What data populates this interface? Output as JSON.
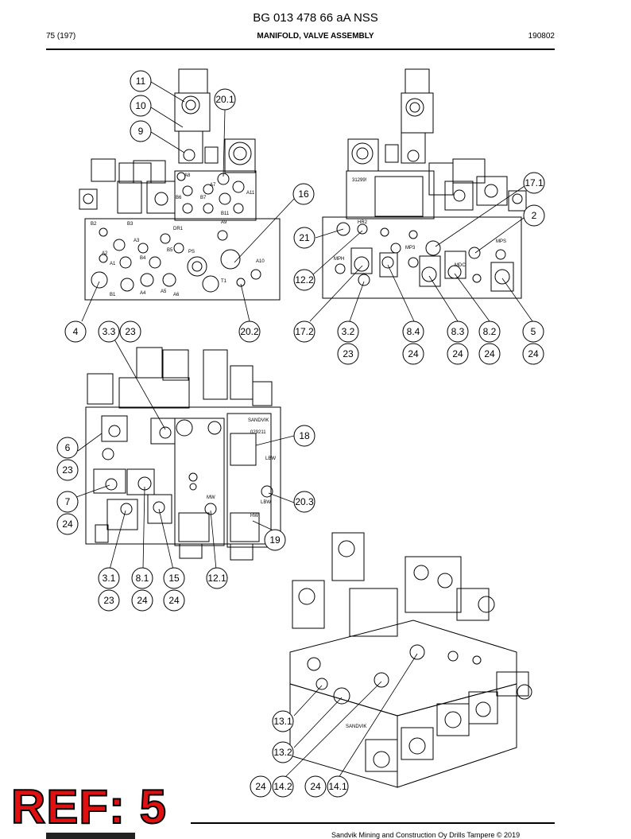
{
  "header": {
    "doc_title": "BG 013 478 66 aA NSS",
    "page": "75 (197)",
    "section": "MANIFOLD, VALVE ASSEMBLY",
    "date": "190802"
  },
  "footer": {
    "company": "Sandvik Mining and Construction Oy Drills Tampere © 2019"
  },
  "ref_stamp": "REF: 5",
  "callouts": {
    "c11": "11",
    "c10": "10",
    "c9": "9",
    "c20_1": "20.1",
    "c16": "16",
    "c4": "4",
    "c3_3": "3.3",
    "c23a": "23",
    "c20_2": "20.2",
    "c17_1": "17.1",
    "c2": "2",
    "c21": "21",
    "c12_2": "12.2",
    "c17_2": "17.2",
    "c3_2": "3.2",
    "c23b": "23",
    "c8_4": "8.4",
    "c24a": "24",
    "c8_3": "8.3",
    "c24b": "24",
    "c8_2": "8.2",
    "c24c": "24",
    "c5": "5",
    "c24d": "24",
    "c6": "6",
    "c23c": "23",
    "c7": "7",
    "c24e": "24",
    "c18": "18",
    "c20_3": "20.3",
    "c19": "19",
    "c3_1": "3.1",
    "c23d": "23",
    "c8_1": "8.1",
    "c24f": "24",
    "c15": "15",
    "c24g": "24",
    "c12_1": "12.1",
    "c13_1": "13.1",
    "c13_2": "13.2",
    "c24h": "24",
    "c14_2": "14.2",
    "c24i": "24",
    "c14_1": "14.1"
  },
  "port_labels": {
    "v1": [
      "A8",
      "B6",
      "B7",
      "A7",
      "A11",
      "B11",
      "B2",
      "B3",
      "DR1",
      "A9",
      "A2",
      "A3",
      "B5",
      "PS",
      "A1",
      "B4",
      "A10",
      "T1",
      "B1",
      "A4",
      "A5",
      "A6"
    ],
    "v2": [
      "31299!",
      "HR2",
      "MP3",
      "MPH",
      "MDC",
      "MPS"
    ],
    "v3": [
      "SANDVIK",
      "029211",
      "LBW",
      "LBW",
      "MW",
      "HW"
    ]
  }
}
